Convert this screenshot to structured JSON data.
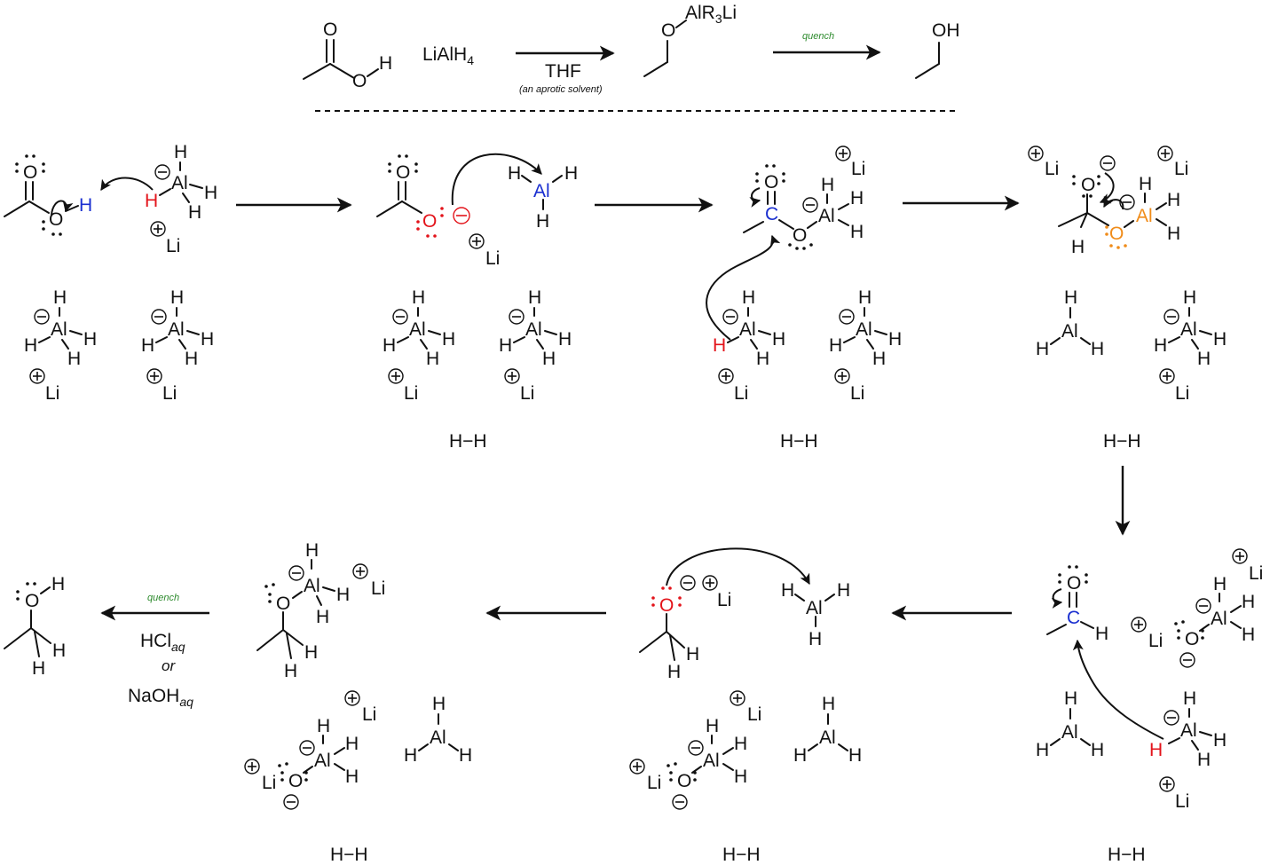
{
  "colors": {
    "ink": "#111111",
    "oxygen_highlight": "#e3141b",
    "hydride_highlight": "#e3141b",
    "carbon_highlight": "#1a2fd0",
    "aluminum_highlight": "#1a2fd0",
    "alkoxide_highlight": "#f08c1a",
    "quench_label": "#2e8b2e"
  },
  "overview": {
    "reagent": "LiAlH",
    "reagent_sub": "4",
    "solvent": "THF",
    "solvent_note": "(an aprotic solvent)",
    "intermediate_group": "AlR",
    "intermediate_sub": "3",
    "intermediate_tail": "Li",
    "quench": "quench",
    "product_group": "OH"
  },
  "atoms": {
    "H": "H",
    "O": "O",
    "C": "C",
    "Al": "Al",
    "Li": "Li"
  },
  "hh_label": "H−H",
  "final_step": {
    "quench": "quench",
    "acid": "HCl",
    "acid_sub": "aq",
    "or": "or",
    "base": "NaOH",
    "base_sub": "aq"
  }
}
